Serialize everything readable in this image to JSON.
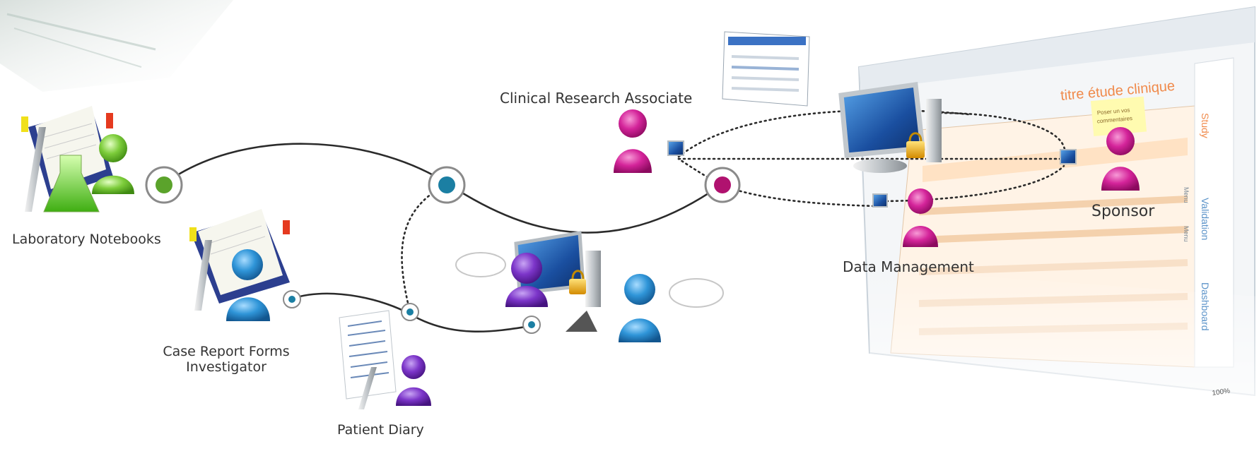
{
  "labels": {
    "lab_notebooks": "Laboratory Notebooks",
    "crf_line1": "Case Report Forms",
    "crf_line2": "Investigator",
    "patient_diary": "Patient Diary",
    "cra": "Clinical Research Associate",
    "data_management": "Data Management",
    "sponsor": "Sponsor"
  },
  "screen_doc": {
    "title": "titre étude clinique",
    "tabs": [
      "Study",
      "Validation",
      "Dashboard"
    ],
    "side_tabs": [
      "Menu",
      "Menu"
    ],
    "note_line1": "Poser un vos",
    "note_line2": "commentaires",
    "status_zoom": "100%"
  },
  "colors": {
    "node_green": "#5ba32b",
    "node_teal": "#1b7fa3",
    "node_magenta": "#b0126f",
    "line": "#2b2b2b",
    "person_magenta": "#d4249a",
    "person_blue": "#2f95d8",
    "person_purple": "#7c35c9",
    "person_green": "#7ccc3a",
    "title_orange": "#f08a4b"
  }
}
